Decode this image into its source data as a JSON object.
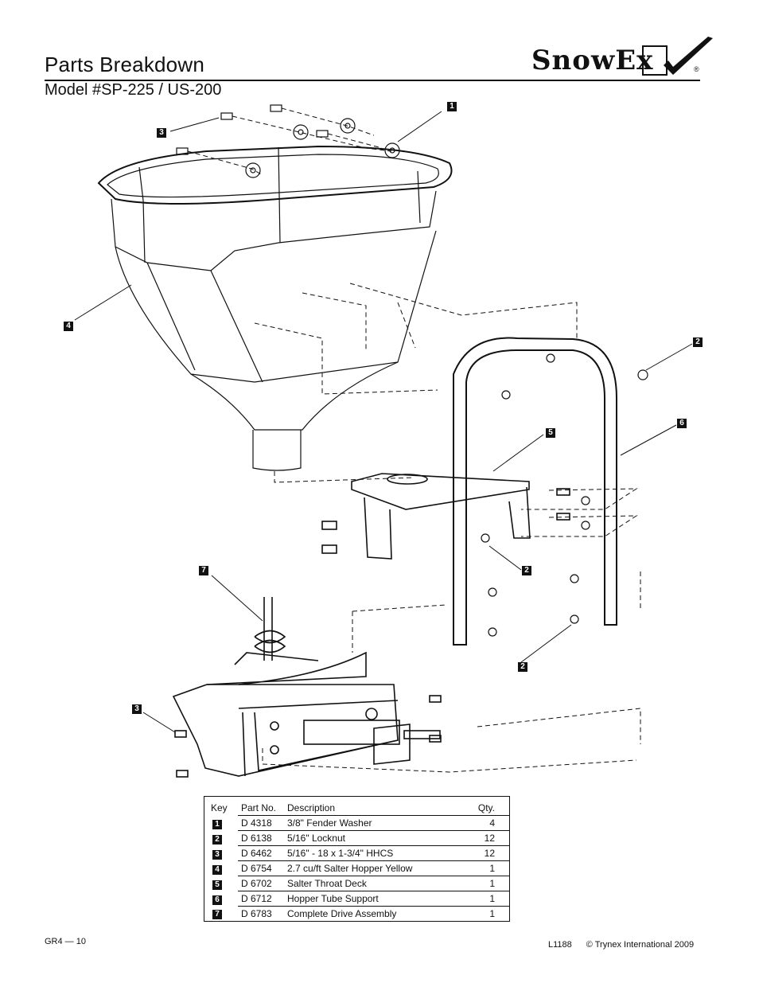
{
  "header": {
    "title": "Parts Breakdown",
    "subtitle": "Model #SP-225 / US-200",
    "logo_text": "SnowEx",
    "logo_mark": "®"
  },
  "diagram": {
    "callouts": [
      {
        "key": "1"
      },
      {
        "key": "3"
      },
      {
        "key": "4"
      },
      {
        "key": "2"
      },
      {
        "key": "6"
      },
      {
        "key": "5"
      },
      {
        "key": "7"
      },
      {
        "key": "2"
      },
      {
        "key": "2"
      },
      {
        "key": "3"
      }
    ]
  },
  "parts_table": {
    "headers": {
      "key": "Key",
      "part_no": "Part No.",
      "description": "Description",
      "qty": "Qty."
    },
    "rows": [
      {
        "key": "1",
        "part_no": "D 4318",
        "description": "3/8\" Fender Washer",
        "qty": "4"
      },
      {
        "key": "2",
        "part_no": "D 6138",
        "description": "5/16\" Locknut",
        "qty": "12"
      },
      {
        "key": "3",
        "part_no": "D 6462",
        "description": "5/16\" - 18 x 1-3/4\" HHCS",
        "qty": "12"
      },
      {
        "key": "4",
        "part_no": "D 6754",
        "description": "2.7 cu/ft Salter Hopper Yellow",
        "qty": "1"
      },
      {
        "key": "5",
        "part_no": "D 6702",
        "description": "Salter Throat  Deck",
        "qty": "1"
      },
      {
        "key": "6",
        "part_no": "D 6712",
        "description": "Hopper Tube Support",
        "qty": "1"
      },
      {
        "key": "7",
        "part_no": "D 6783",
        "description": "Complete Drive Assembly",
        "qty": "1"
      }
    ]
  },
  "footer": {
    "page_ref": "GR4 — 10",
    "doc_no": "L1188",
    "copyright": "© Trynex International 2009"
  }
}
